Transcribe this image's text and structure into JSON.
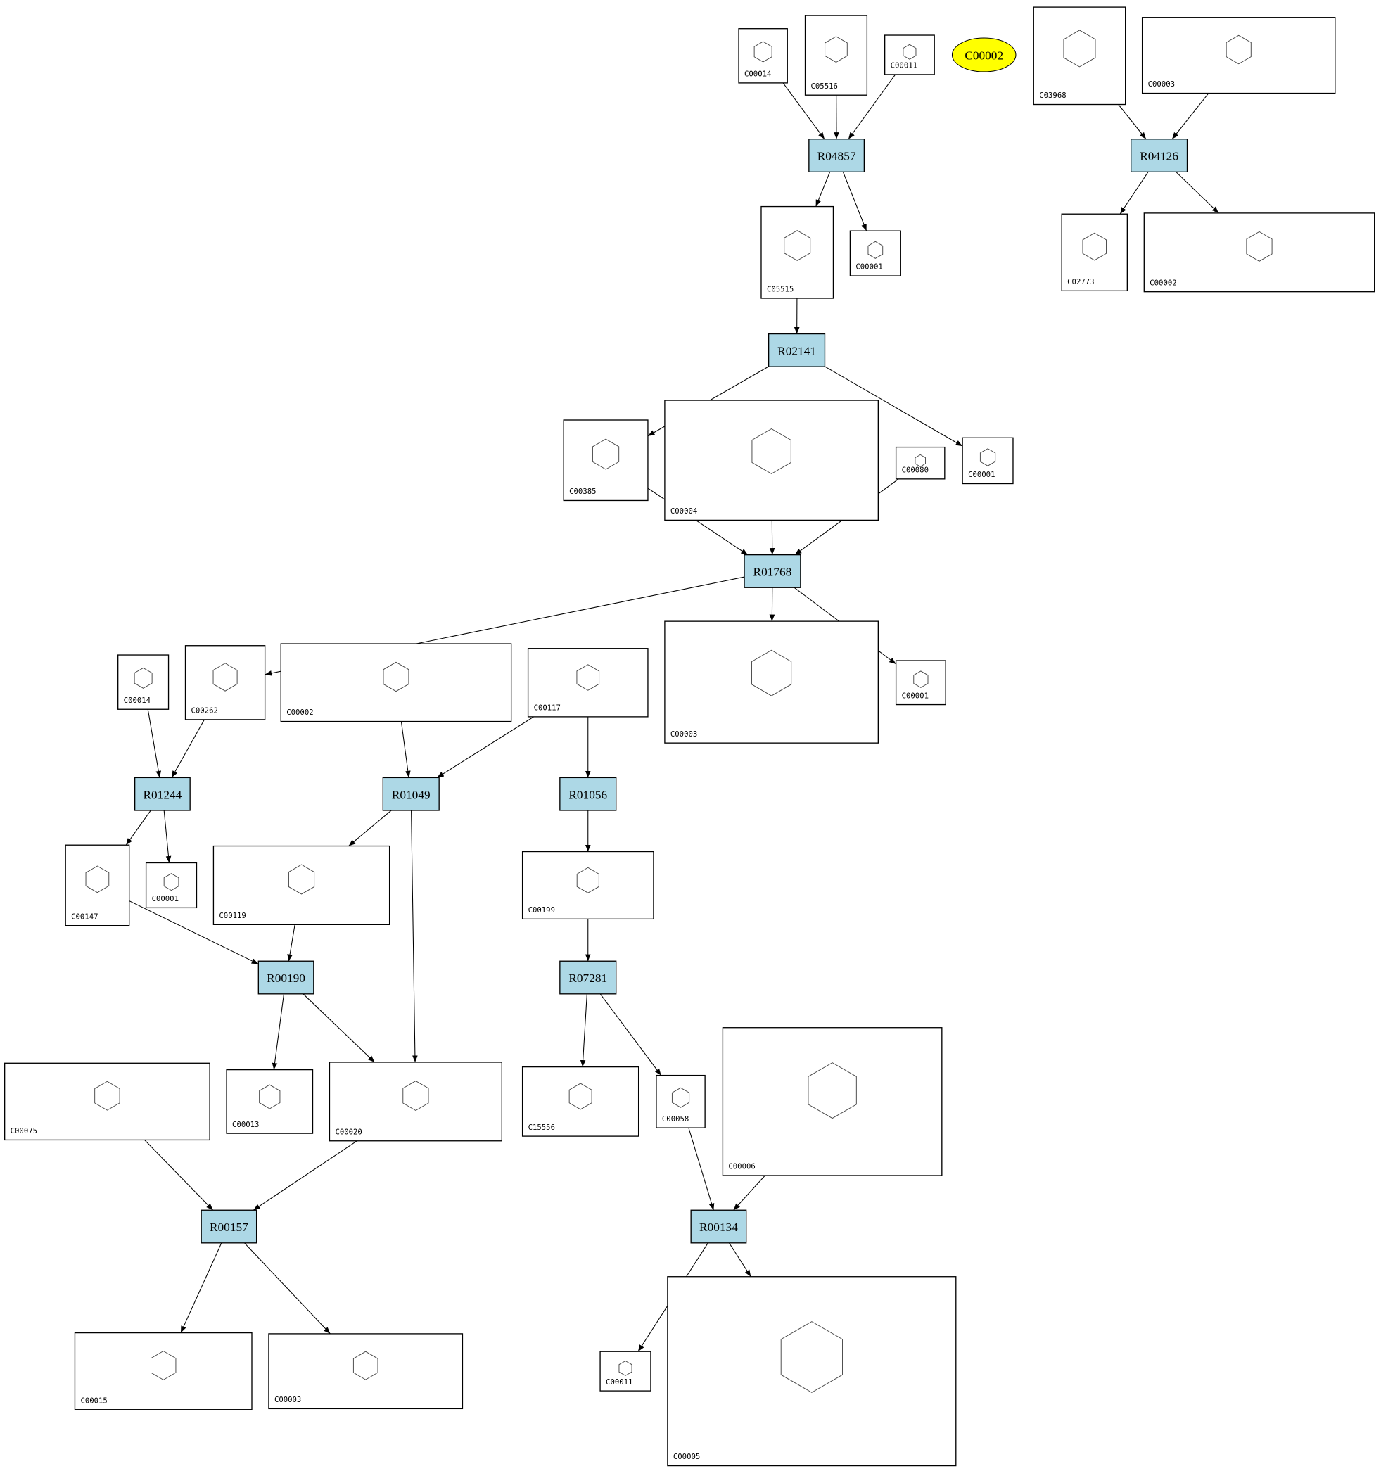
{
  "colors": {
    "reaction_fill": "#add8e6",
    "highlight_fill": "#ffff00",
    "compound_fill": "#ffffff"
  },
  "nodes": [
    {
      "label": "C00014",
      "kind": "compound"
    },
    {
      "label": "C05516",
      "kind": "compound"
    },
    {
      "label": "C00011",
      "kind": "compound"
    },
    {
      "label": "C00002",
      "kind": "highlight"
    },
    {
      "label": "C03968",
      "kind": "compound"
    },
    {
      "label": "C00003",
      "kind": "compound"
    },
    {
      "label": "R04857",
      "kind": "reaction"
    },
    {
      "label": "R04126",
      "kind": "reaction"
    },
    {
      "label": "C05515",
      "kind": "compound"
    },
    {
      "label": "C00001",
      "kind": "compound"
    },
    {
      "label": "C02773",
      "kind": "compound"
    },
    {
      "label": "C00002",
      "kind": "compound"
    },
    {
      "label": "R02141",
      "kind": "reaction"
    },
    {
      "label": "C00385",
      "kind": "compound"
    },
    {
      "label": "C00004",
      "kind": "compound"
    },
    {
      "label": "C00080",
      "kind": "compound"
    },
    {
      "label": "C00001",
      "kind": "compound"
    },
    {
      "label": "R01768",
      "kind": "reaction"
    },
    {
      "label": "C00014",
      "kind": "compound"
    },
    {
      "label": "C00262",
      "kind": "compound"
    },
    {
      "label": "C00002",
      "kind": "compound"
    },
    {
      "label": "C00117",
      "kind": "compound"
    },
    {
      "label": "C00003",
      "kind": "compound"
    },
    {
      "label": "C00001",
      "kind": "compound"
    },
    {
      "label": "R01244",
      "kind": "reaction"
    },
    {
      "label": "R01049",
      "kind": "reaction"
    },
    {
      "label": "R01056",
      "kind": "reaction"
    },
    {
      "label": "C00147",
      "kind": "compound"
    },
    {
      "label": "C00001",
      "kind": "compound"
    },
    {
      "label": "C00119",
      "kind": "compound"
    },
    {
      "label": "C00199",
      "kind": "compound"
    },
    {
      "label": "R00190",
      "kind": "reaction"
    },
    {
      "label": "R07281",
      "kind": "reaction"
    },
    {
      "label": "C00075",
      "kind": "compound"
    },
    {
      "label": "C00013",
      "kind": "compound"
    },
    {
      "label": "C00020",
      "kind": "compound"
    },
    {
      "label": "C15556",
      "kind": "compound"
    },
    {
      "label": "C00058",
      "kind": "compound"
    },
    {
      "label": "C00006",
      "kind": "compound"
    },
    {
      "label": "R00157",
      "kind": "reaction"
    },
    {
      "label": "R00134",
      "kind": "reaction"
    },
    {
      "label": "C00015",
      "kind": "compound"
    },
    {
      "label": "C00003",
      "kind": "compound"
    },
    {
      "label": "C00011",
      "kind": "compound"
    },
    {
      "label": "C00005",
      "kind": "compound"
    }
  ],
  "edges": [
    [
      0,
      6
    ],
    [
      1,
      6
    ],
    [
      2,
      6
    ],
    [
      6,
      8
    ],
    [
      6,
      9
    ],
    [
      4,
      7
    ],
    [
      5,
      7
    ],
    [
      7,
      10
    ],
    [
      7,
      11
    ],
    [
      8,
      12
    ],
    [
      12,
      13
    ],
    [
      12,
      16
    ],
    [
      13,
      17
    ],
    [
      14,
      17
    ],
    [
      15,
      17
    ],
    [
      17,
      19
    ],
    [
      17,
      22
    ],
    [
      17,
      23
    ],
    [
      18,
      24
    ],
    [
      19,
      24
    ],
    [
      24,
      27
    ],
    [
      24,
      28
    ],
    [
      20,
      25
    ],
    [
      21,
      25
    ],
    [
      25,
      29
    ],
    [
      25,
      35
    ],
    [
      21,
      26
    ],
    [
      26,
      30
    ],
    [
      30,
      32
    ],
    [
      32,
      36
    ],
    [
      32,
      37
    ],
    [
      27,
      31
    ],
    [
      29,
      31
    ],
    [
      31,
      34
    ],
    [
      31,
      35
    ],
    [
      33,
      39
    ],
    [
      35,
      39
    ],
    [
      39,
      41
    ],
    [
      39,
      42
    ],
    [
      37,
      40
    ],
    [
      38,
      40
    ],
    [
      40,
      43
    ],
    [
      40,
      44
    ]
  ]
}
